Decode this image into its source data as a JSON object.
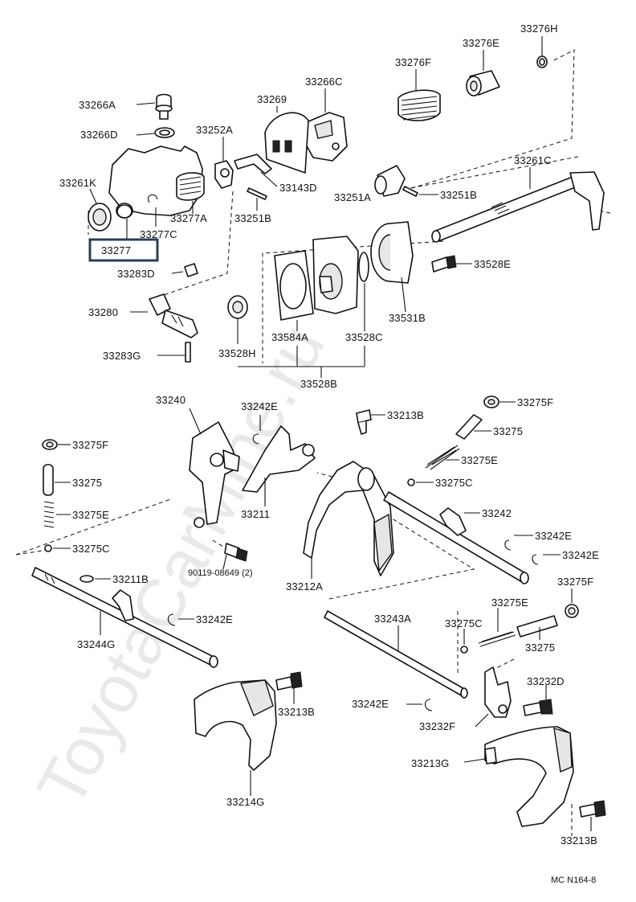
{
  "watermark": "ToyotaCarMine.ru",
  "figure_code": "MC N164-8",
  "highlight_color": "#2b3f55",
  "labels": {
    "p33276H": "33276H",
    "p33276E": "33276E",
    "p33276F": "33276F",
    "p33266C": "33266C",
    "p33269": "33269",
    "p33266A": "33266A",
    "p33266D": "33266D",
    "p33252A": "33252A",
    "p33261K": "33261K",
    "p33143D": "33143D",
    "p33251A": "33251A",
    "p33251B_a": "33251B",
    "p33261C": "33261C",
    "p33277A": "33277A",
    "p33251B_b": "33251B",
    "p33277C": "33277C",
    "p33277": "33277",
    "p33528E": "33528E",
    "p33283D": "33283D",
    "p33280": "33280",
    "p33531B": "33531B",
    "p33584A": "33584A",
    "p33528C": "33528C",
    "p33283G": "33283G",
    "p33528H": "33528H",
    "p33528B": "33528B",
    "p33240": "33240",
    "p33242E_a": "33242E",
    "p33213B_a": "33213B",
    "p33275F_a": "33275F",
    "p33275F_b": "33275F",
    "p33275_a": "33275",
    "p33275_b": "33275",
    "p33275E_a": "33275E",
    "p33275E_b": "33275E",
    "p33275C_a": "33275C",
    "p33275C_b": "33275C",
    "p33211": "33211",
    "p33242": "33242",
    "p33242E_b": "33242E",
    "p33242E_c": "33242E",
    "p90119": "90119-08649 (2)",
    "p33212A": "33212A",
    "p33211B": "33211B",
    "p33275F_c": "33275F",
    "p33242E_d": "33242E",
    "p33244G": "33244G",
    "p33243A": "33243A",
    "p33275E_c": "33275E",
    "p33275C_c": "33275C",
    "p33275_c": "33275",
    "p33232D": "33232D",
    "p33213B_b": "33213B",
    "p33242E_e": "33242E",
    "p33232F": "33232F",
    "p33213G": "33213G",
    "p33214G": "33214G",
    "p33213B_c": "33213B"
  }
}
